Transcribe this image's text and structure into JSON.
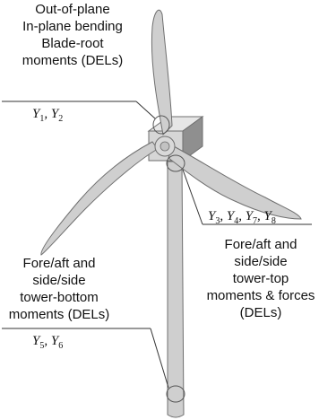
{
  "labels": {
    "blade_root": {
      "line1": "Out-of-plane",
      "line2": "In-plane bending",
      "line3": "Blade-root",
      "line4": "moments (DELs)"
    },
    "tower_top": {
      "line1": "Fore/aft and",
      "line2": "side/side",
      "line3": "tower-top",
      "line4": "moments & forces",
      "line5": "(DELs)"
    },
    "tower_bottom": {
      "line1": "Fore/aft and",
      "line2": "side/side",
      "line3": "tower-bottom",
      "line4": "moments (DELs)"
    }
  },
  "variables": {
    "blade_root": [
      "Y1",
      "Y2"
    ],
    "tower_top": [
      "Y3",
      "Y4",
      "Y7",
      "Y8"
    ],
    "tower_bottom": [
      "Y5",
      "Y6"
    ]
  },
  "colors": {
    "turbine_fill": "#cfcfcf",
    "turbine_stroke": "#6f6f6f",
    "nacelle_front": "#d6d6d6",
    "nacelle_side": "#8f8f8f",
    "nacelle_top": "#e6e6e6",
    "text": "#111111"
  }
}
